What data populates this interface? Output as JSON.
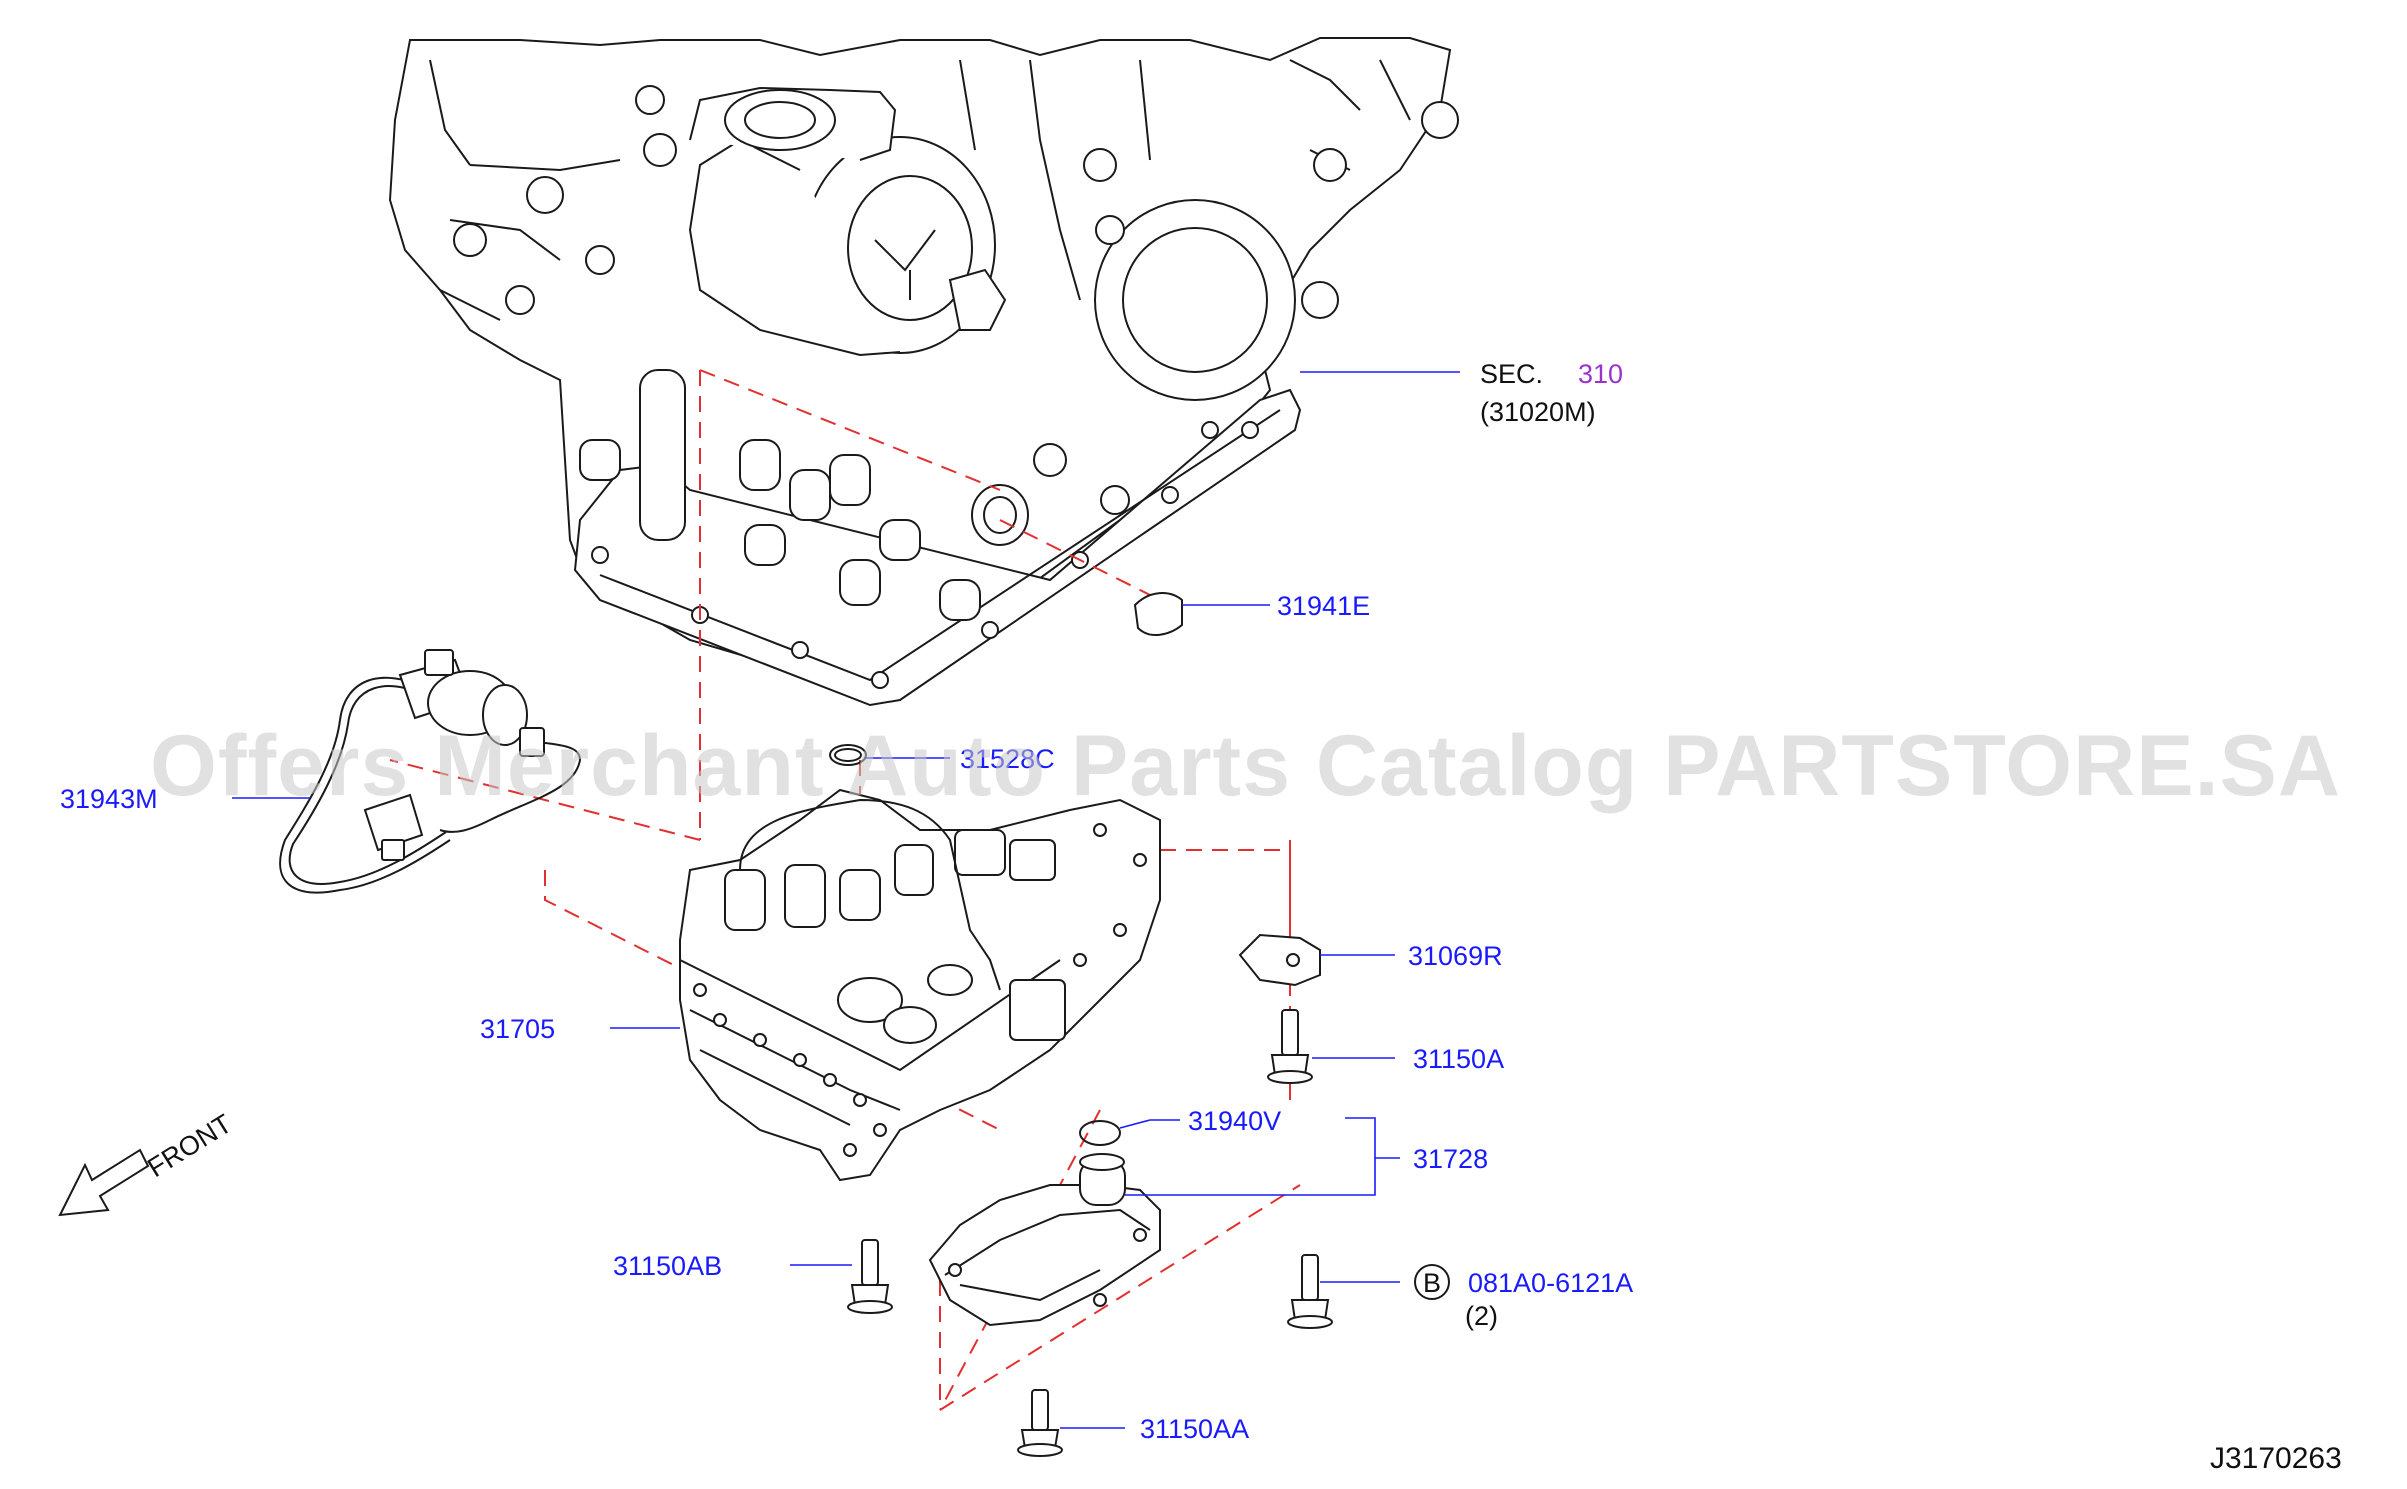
{
  "labels": {
    "sec_prefix": "SEC.",
    "sec_number": "310",
    "sec_sub": "(31020M)",
    "p31941e": "31941E",
    "p31943m": "31943M",
    "p31528c": "31528C",
    "p31069r": "31069R",
    "p31705": "31705",
    "p31150a": "31150A",
    "p31940v": "31940V",
    "p31728": "31728",
    "p31150ab": "31150AB",
    "bolt_ref_circle": "B",
    "bolt_ref_part": "081A0-6121A",
    "bolt_ref_qty": "(2)",
    "p31150aa": "31150AA",
    "front": "FRONT",
    "diagram_id": "J3170263"
  },
  "watermark": "Offers Merchant Auto Parts Catalog PARTSTORE.SA",
  "colors": {
    "label_blue": "#1a1aff",
    "section_purple": "#9933cc",
    "line_black": "#1a1a1a",
    "dash_red": "#e23030",
    "watermark_gray": "#c8c8c8"
  }
}
